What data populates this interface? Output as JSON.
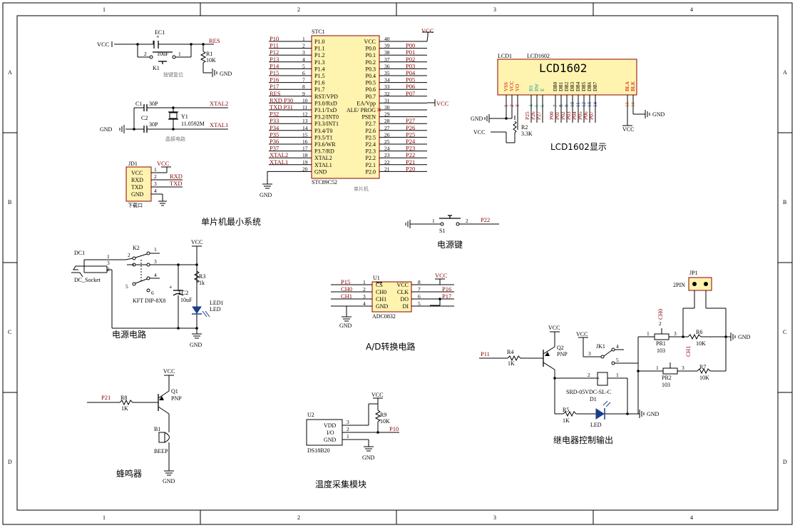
{
  "frame": {
    "col_labels": [
      "1",
      "2",
      "3",
      "4"
    ],
    "row_labels": [
      "A",
      "B",
      "C",
      "D"
    ]
  },
  "sections": {
    "mcu_min": "单片机最小系统",
    "power_key": "电源键",
    "lcd_display": "LCD1602显示",
    "power_circuit": "电源电路",
    "ad_convert": "A/D转换电路",
    "relay": "继电器控制输出",
    "buzzer": "蜂鸣器",
    "temperature": "温度采集模块"
  },
  "reset": {
    "cap_ref": "EC1",
    "cap_val": "10uF",
    "key_ref": "K1",
    "key_pins": [
      "2",
      "1"
    ],
    "res_ref": "R1",
    "res_val": "10K",
    "net": "RES",
    "vcc": "VCC",
    "gnd": "GND",
    "caption": "按键复位"
  },
  "crystal": {
    "c1": "C1",
    "c1_val": "30P",
    "c2": "C2",
    "c2_val": "30P",
    "y1": "Y1",
    "y1_val": "11.0592M",
    "xtal2": "XTAL2",
    "xtal1": "XTAL1",
    "gnd": "GND",
    "caption": "晶振电路"
  },
  "jd1": {
    "ref": "JD1",
    "pins": [
      "VCC",
      "RXD",
      "TXD",
      "GND"
    ],
    "nums": [
      "1",
      "2",
      "3",
      "4"
    ],
    "nets": [
      "VCC",
      "RXD",
      "TXD"
    ],
    "caption": "下载口"
  },
  "mcu": {
    "ref": "STC1",
    "part": "STC89C52",
    "caption": "单片机",
    "vcc": "VCC",
    "gnd": "GND",
    "left": [
      {
        "net": "P10",
        "num": "1",
        "name": "P1.0"
      },
      {
        "net": "P11",
        "num": "2",
        "name": "P1.1"
      },
      {
        "net": "P12",
        "num": "3",
        "name": "P1.2"
      },
      {
        "net": "P13",
        "num": "4",
        "name": "P1.3"
      },
      {
        "net": "P14",
        "num": "5",
        "name": "P1.4"
      },
      {
        "net": "P15",
        "num": "6",
        "name": "P1.5"
      },
      {
        "net": "P16",
        "num": "7",
        "name": "P1.6"
      },
      {
        "net": "P17",
        "num": "8",
        "name": "P1.7"
      },
      {
        "net": "RES",
        "num": "9",
        "name": "RST/VPD"
      },
      {
        "net": "RXD P30",
        "num": "10",
        "name": "P3.0/RxD"
      },
      {
        "net": "TXD P31",
        "num": "11",
        "name": "P3.1/TxD"
      },
      {
        "net": "P32",
        "num": "12",
        "name": "P3.2/INT0"
      },
      {
        "net": "P33",
        "num": "13",
        "name": "P3.3/INT1"
      },
      {
        "net": "P34",
        "num": "14",
        "name": "P3.4/T0"
      },
      {
        "net": "P35",
        "num": "15",
        "name": "P3.5/T1"
      },
      {
        "net": "P36",
        "num": "16",
        "name": "P3.6/WR"
      },
      {
        "net": "P37",
        "num": "17",
        "name": "P3.7/RD"
      },
      {
        "net": "XTAL2",
        "num": "18",
        "name": "XTAL2"
      },
      {
        "net": "XTAL1",
        "num": "19",
        "name": "XTAL1"
      },
      {
        "net": "",
        "num": "20",
        "name": "GND"
      }
    ],
    "right": [
      {
        "net": "",
        "num": "40",
        "name": "VCC"
      },
      {
        "net": "P00",
        "num": "39",
        "name": "P0.0"
      },
      {
        "net": "P01",
        "num": "38",
        "name": "P0.1"
      },
      {
        "net": "P02",
        "num": "37",
        "name": "P0.2"
      },
      {
        "net": "P03",
        "num": "36",
        "name": "P0.3"
      },
      {
        "net": "P04",
        "num": "35",
        "name": "P0.4"
      },
      {
        "net": "P05",
        "num": "34",
        "name": "P0.5"
      },
      {
        "net": "P06",
        "num": "33",
        "name": "P0.6"
      },
      {
        "net": "P07",
        "num": "32",
        "name": "P0.7"
      },
      {
        "net": "VCC",
        "num": "31",
        "name": "EA/Vpp"
      },
      {
        "net": "",
        "num": "30",
        "name": "ALE/ PROG"
      },
      {
        "net": "",
        "num": "29",
        "name": "PSEN"
      },
      {
        "net": "P27",
        "num": "28",
        "name": "P2.7"
      },
      {
        "net": "P26",
        "num": "27",
        "name": "P2.6"
      },
      {
        "net": "P25",
        "num": "26",
        "name": "P2.5"
      },
      {
        "net": "P24",
        "num": "25",
        "name": "P2.4"
      },
      {
        "net": "P23",
        "num": "24",
        "name": "P2.3"
      },
      {
        "net": "P22",
        "num": "23",
        "name": "P2.2"
      },
      {
        "net": "P21",
        "num": "22",
        "name": "P2.1"
      },
      {
        "net": "P20",
        "num": "21",
        "name": "P2.0"
      }
    ]
  },
  "lcd": {
    "ref": "LCD1",
    "part": "LCD1602",
    "title": "LCD1602",
    "pins": [
      "VSS",
      "VCC",
      "VO",
      "RS",
      "RW",
      "E",
      "DB0",
      "DB1",
      "DB2",
      "DB3",
      "DB4",
      "DB5",
      "DB6",
      "DB7",
      "BLA",
      "BLK"
    ],
    "nums": [
      "1",
      "2",
      "3",
      "4",
      "5",
      "6",
      "7",
      "8",
      "9",
      "10",
      "11",
      "12",
      "13",
      "14",
      "15",
      "16"
    ],
    "nets": [
      "P25",
      "P26",
      "P27",
      "P00",
      "P01",
      "P02",
      "P03",
      "P04",
      "P05",
      "P06",
      "P07"
    ],
    "r_ref": "R2",
    "r_val": "3.3K",
    "gnd": "GND",
    "vcc": "VCC"
  },
  "s1": {
    "ref": "S1",
    "pins": [
      "1",
      "2"
    ],
    "net": "P22"
  },
  "power": {
    "dc": "DC1",
    "dc_name": "DC_Socket",
    "dc_pins": [
      "1",
      "2",
      "3"
    ],
    "k2": "K2",
    "k2_part": "KFT DIP-8X8",
    "k2_pins": [
      "2",
      "1",
      "3",
      "4",
      "5",
      "6"
    ],
    "ec2": "EC2",
    "ec2_val": "10uF",
    "r3": "R3",
    "r3_val": "1k",
    "led": "LED1",
    "led_name": "LED",
    "vcc": "VCC",
    "gnd": "GND"
  },
  "adc": {
    "ref": "U1",
    "part": "ADC0832",
    "left": [
      {
        "net": "P15",
        "num": "1",
        "name": "CS"
      },
      {
        "net": "CH0",
        "num": "2",
        "name": "CH0"
      },
      {
        "net": "CH1",
        "num": "3",
        "name": "CH1"
      },
      {
        "net": "",
        "num": "4",
        "name": "GND"
      }
    ],
    "right": [
      {
        "net": "VCC",
        "num": "8",
        "name": "VCC"
      },
      {
        "net": "P16",
        "num": "7",
        "name": "CLK"
      },
      {
        "net": "P17",
        "num": "6",
        "name": "DO"
      },
      {
        "net": "",
        "num": "5",
        "name": "DI"
      }
    ],
    "gnd": "GND"
  },
  "relay": {
    "jp1": "JP1",
    "jp1_name": "2PIN",
    "pr1": "PR1",
    "pr1_val": "103",
    "pr2": "PR2",
    "pr2_val": "103",
    "ch0": "CH0",
    "ch1": "CH1",
    "r6": "R6",
    "r6_val": "10K",
    "r7": "R7",
    "r7_val": "10K",
    "q2": "Q2",
    "q2_type": "PNP",
    "r4": "R4",
    "r4_val": "1K",
    "p11": "P11",
    "jk1": "JK1",
    "relay_part": "SRD-05VDC-SL-C",
    "d1": "D1",
    "r5": "R5",
    "r5_val": "1K",
    "led": "LED",
    "vcc": "VCC",
    "gnd": "GND",
    "pins": [
      "1",
      "2",
      "3"
    ]
  },
  "buzzer": {
    "q1": "Q1",
    "q1_type": "PNP",
    "r8": "R8",
    "r8_val": "1K",
    "net": "P21",
    "b1": "B1",
    "b1_name": "BEEP",
    "vcc": "VCC",
    "gnd": "GND"
  },
  "ds18b20": {
    "ref": "U2",
    "part": "DS18B20",
    "pins": [
      "VDD",
      "I/O",
      "GND"
    ],
    "nums": [
      "3",
      "2",
      "1"
    ],
    "r9": "R9",
    "r9_val": "10K",
    "net": "P10",
    "vcc": "VCC"
  }
}
